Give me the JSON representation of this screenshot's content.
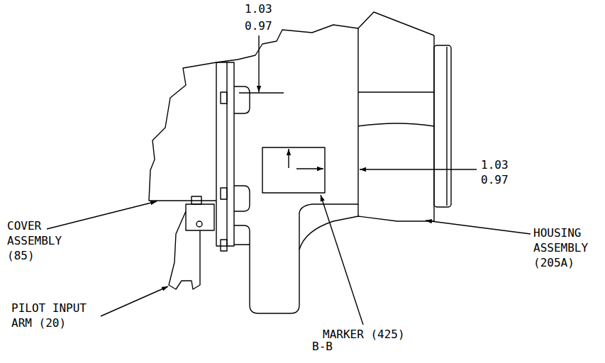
{
  "diagram": {
    "caption": "B-B",
    "labels": [
      "1.03",
      "0.97",
      "1.03",
      "0.97",
      "COVER ASSEMBLY (85)",
      "PILOT INPUT ARM (20)",
      "MARKER (425)",
      "HOUSING ASSEMBLY (205A)"
    ]
  }
}
